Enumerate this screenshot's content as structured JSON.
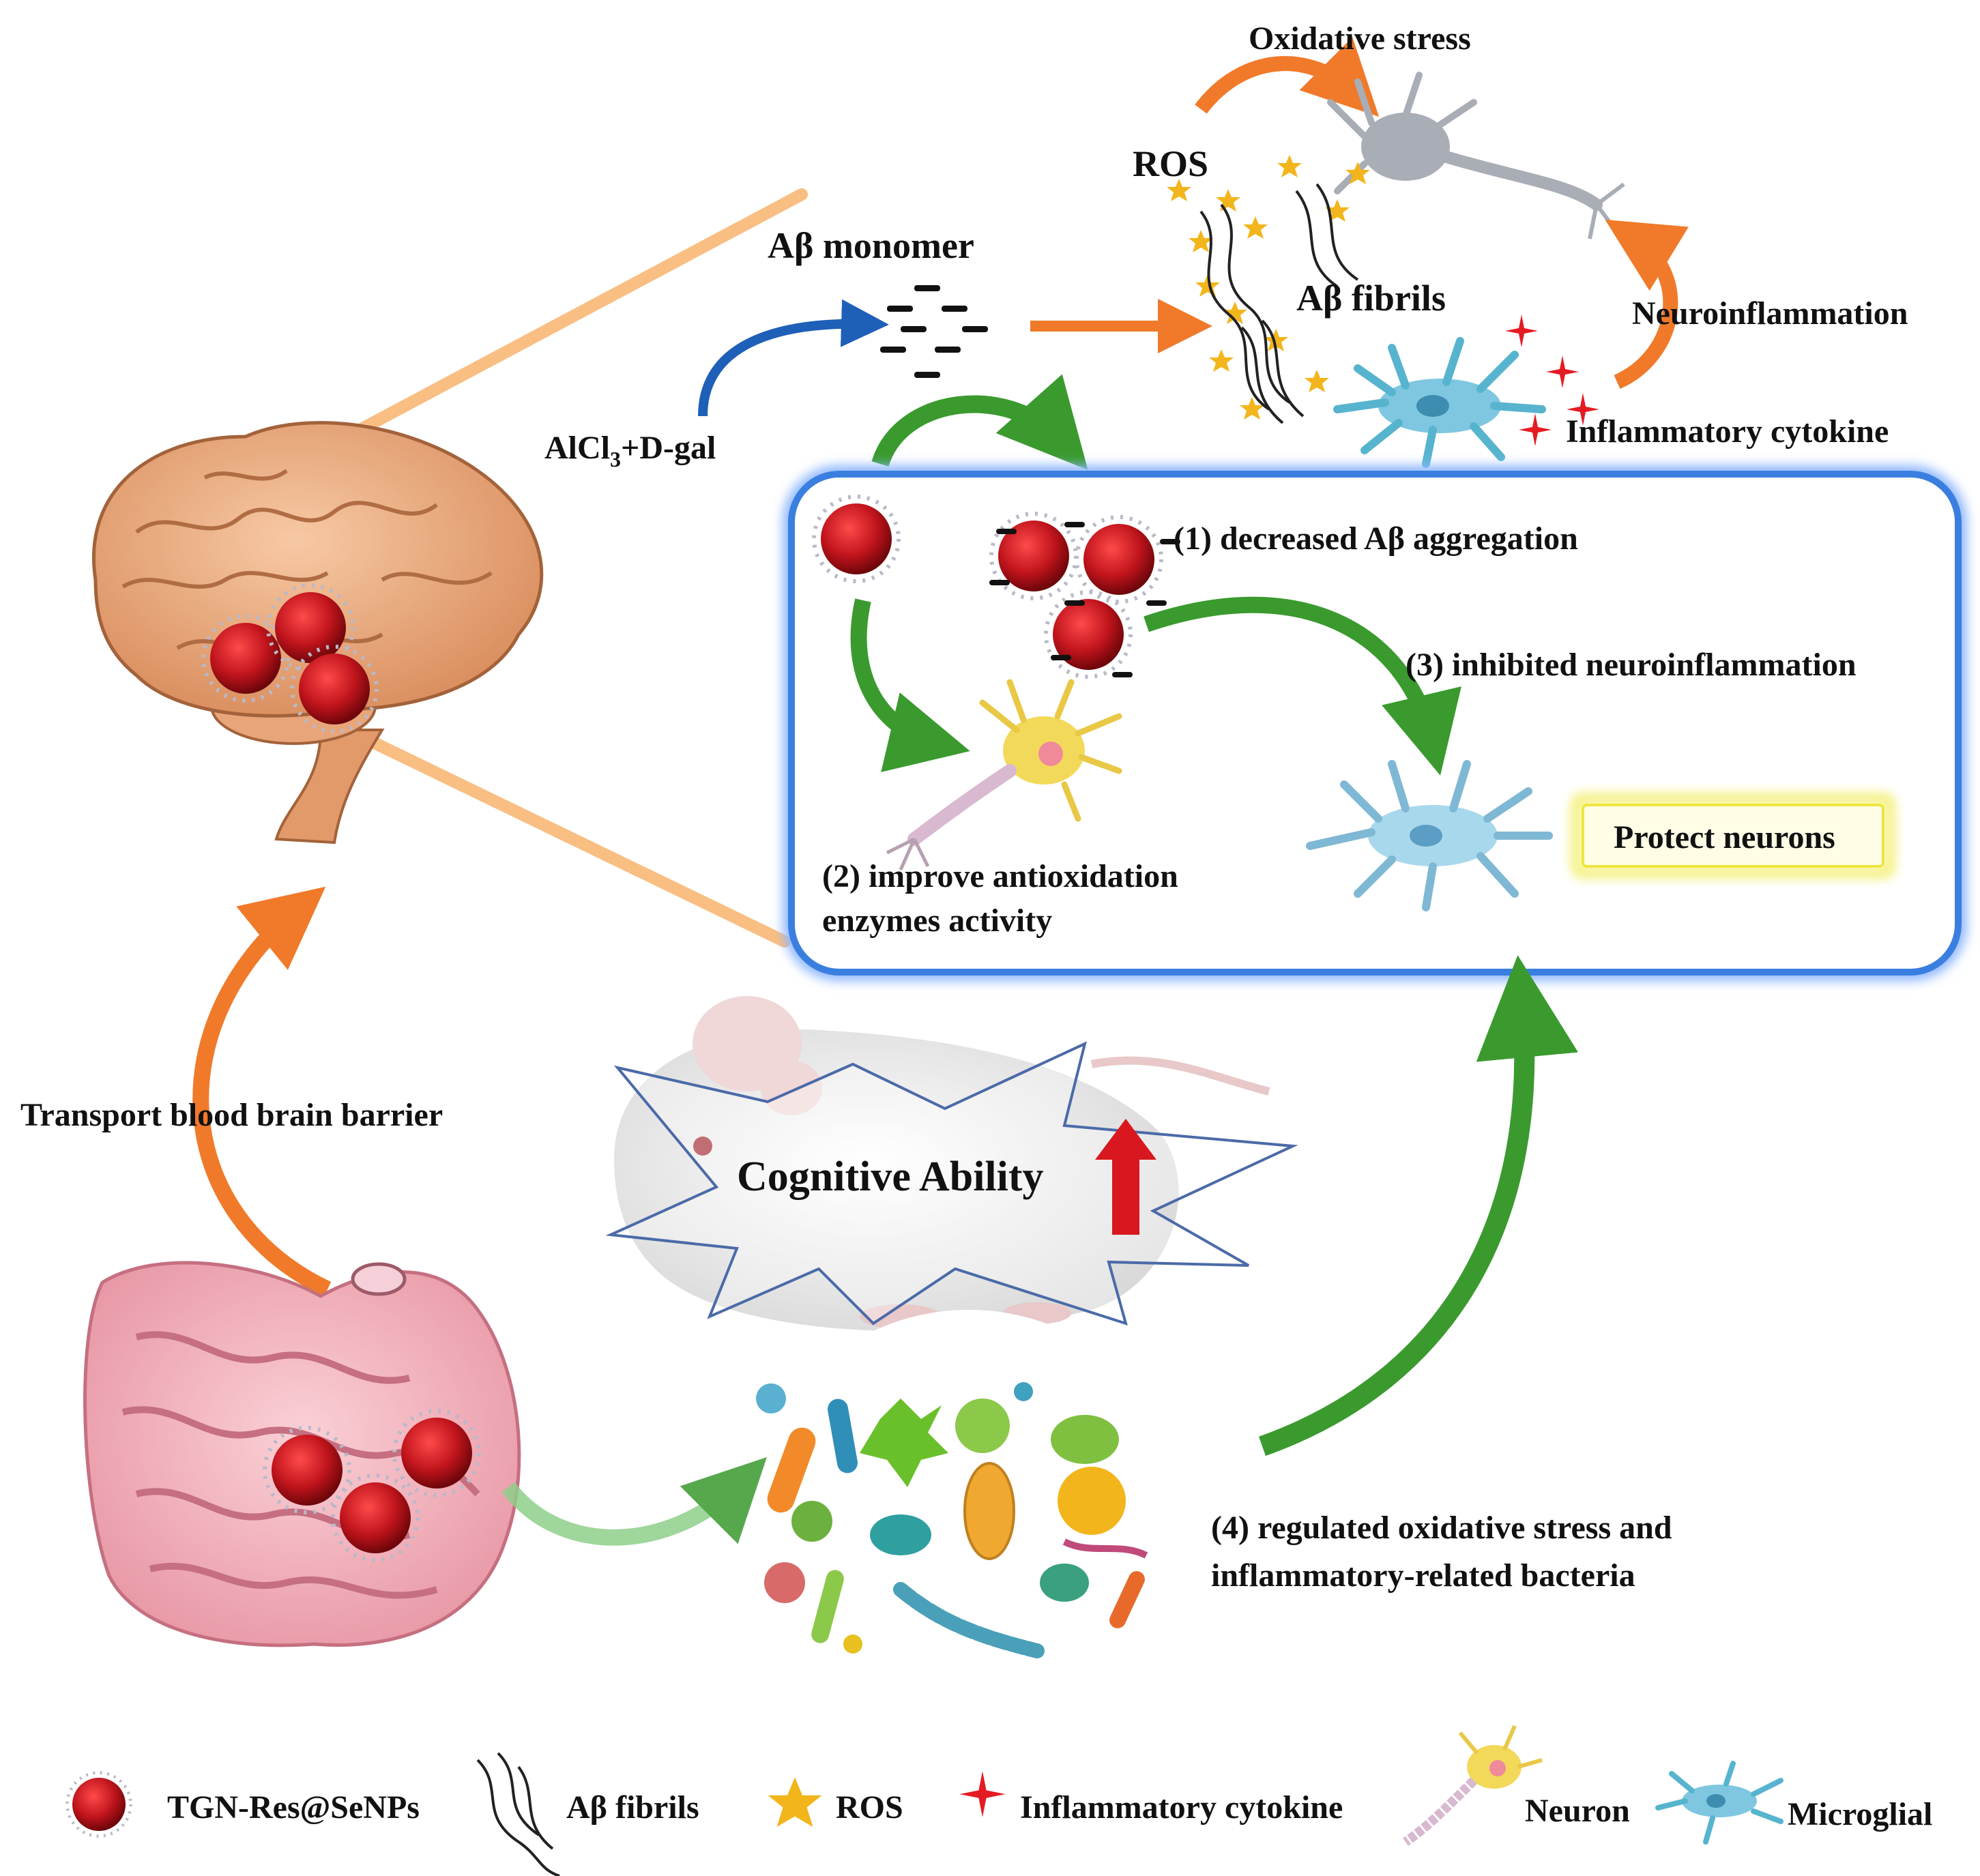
{
  "labels": {
    "oxidative_stress": "Oxidative stress",
    "ros": "ROS",
    "ab_monomer": "Aβ monomer",
    "ab_fibrils": "Aβ fibrils",
    "neuroinflammation": "Neuroinflammation",
    "inflammatory_cytokine": "Inflammatory cytokine",
    "alcl3_main": "AlCl",
    "alcl3_sub": "3",
    "alcl3_rest": "+D-gal",
    "decreased_ab": "(1) decreased Aβ aggregation",
    "inhibited_neuro": "(3) inhibited neuroinflammation",
    "improve_line1": "(2) improve  antioxidation",
    "improve_line2": "enzymes activity",
    "protect_neurons": "Protect neurons",
    "transport_bbb": "Transport blood brain barrier",
    "cognitive_ability": "Cognitive Ability",
    "regulated_line1": "(4) regulated oxidative stress and",
    "regulated_line2": "inflammatory-related bacteria"
  },
  "legend": [
    {
      "icon": "nanoparticle-icon",
      "label": "TGN-Res@SeNPs"
    },
    {
      "icon": "fibril-icon",
      "label": "Aβ fibrils"
    },
    {
      "icon": "star-icon",
      "label": "ROS"
    },
    {
      "icon": "cytokine-icon",
      "label": "Inflammatory cytokine"
    },
    {
      "icon": "neuron-icon",
      "label": "Neuron"
    },
    {
      "icon": "microglia-icon",
      "label": "Microglial"
    }
  ],
  "colors": {
    "brain": "#e8a57a",
    "intestine": "#f4b3bd",
    "nanoparticle": "#c0141c",
    "orange_arrow": "#f07a2a",
    "green_arrow": "#3a9a2e",
    "blue_box": "#3a7fe0",
    "microglia": "#7fc6e0",
    "neuron": "#f3d95a",
    "ros_star": "#f2b51c",
    "cytokine": "#e41b23"
  }
}
